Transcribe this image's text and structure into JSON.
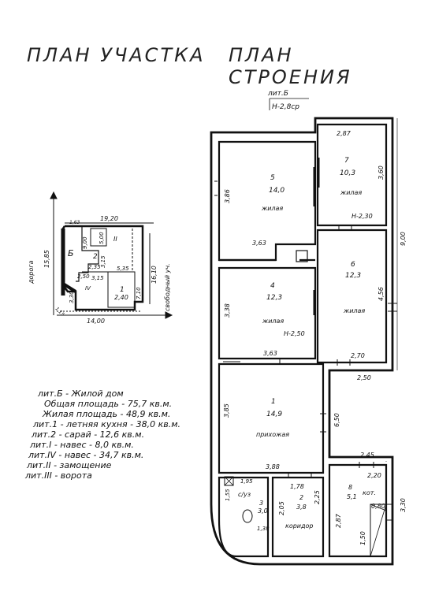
{
  "titles": {
    "site": "ПЛАН УЧАСТКА",
    "building": "ПЛАН СТРОЕНИЯ"
  },
  "site_plan": {
    "dims": {
      "top": "19,20",
      "bottom": "14,00",
      "right": "16,10",
      "left": "15,85",
      "d9": "9,00",
      "d5": "5,00",
      "d235": "2,35",
      "d315a": "3,15",
      "d315b": "3,15",
      "d535": "5,35",
      "d250": "2,50",
      "d330": "3,30",
      "d240": "2,40",
      "d710": "7,10",
      "d163": "1,63",
      "d115": "1,15"
    },
    "labels": {
      "b": "Б",
      "l2": "2",
      "l1": "1",
      "r2": "II",
      "r4": "IV",
      "left_side": "дорога",
      "right_side": "свободный уч."
    }
  },
  "building_plan": {
    "header_lit": "лит.Б",
    "header_h": "Н-2,8ср",
    "room5": {
      "num": "5",
      "area": "14,0",
      "type": "жилая"
    },
    "room7": {
      "num": "7",
      "area": "10,3",
      "type": "жилая"
    },
    "room4": {
      "num": "4",
      "area": "12,3",
      "type": "жилая"
    },
    "room6": {
      "num": "6",
      "area": "12,3",
      "type": "жилая"
    },
    "room1": {
      "num": "1",
      "area": "14,9",
      "type": "прихожая"
    },
    "room3": {
      "num": "3",
      "area": "3,0",
      "type": "с/уз"
    },
    "room2": {
      "num": "2",
      "area": "3,8",
      "type": "коридор"
    },
    "room8": {
      "num": "8",
      "area": "5,1",
      "type": "кот."
    },
    "dims": {
      "d287": "2,87",
      "d360": "3,60",
      "d386": "3,86",
      "h230": "Н-2,30",
      "d900": "9,00",
      "d363a": "3,63",
      "d338": "3,38",
      "h250": "Н-2,50",
      "d456": "4,56",
      "d363b": "3,63",
      "d270": "2,70",
      "d250": "2,50",
      "d385": "3,85",
      "d650": "6,50",
      "d388": "3,88",
      "d245": "2,45",
      "d195": "1,95",
      "d178": "1,78",
      "d220": "2,20",
      "d155": "1,55",
      "d205": "2,05",
      "d225": "2,25",
      "d080": "0,80",
      "d330": "3,30",
      "d287b": "2,87",
      "d150": "1,50",
      "d138": "1,38"
    }
  },
  "legend": [
    "лит.Б - Жилой дом",
    "Общая площадь - 75,7 кв.м.",
    "Жилая площадь - 48,9 кв.м.",
    "лит.1 - летняя кухня - 38,0 кв.м.",
    "лит.2 - сарай - 12,6 кв.м.",
    "лит.I - навес - 8,0 кв.м.",
    "лит.IV - навес - 34,7 кв.м.",
    "лит.II - замощение",
    "лит.III - ворота"
  ]
}
